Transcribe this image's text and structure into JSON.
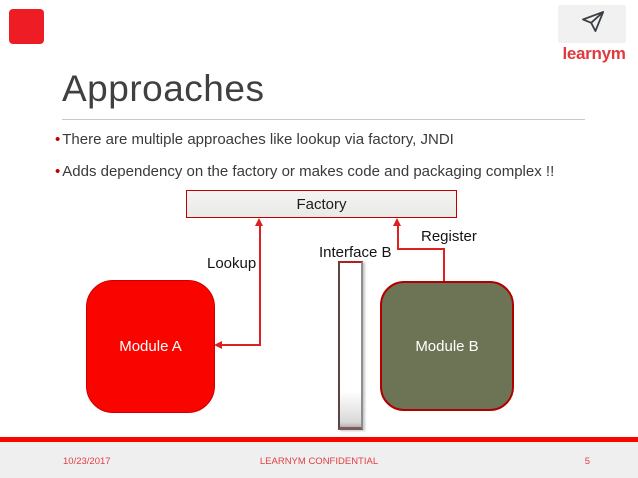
{
  "slide": {
    "title": "Approaches",
    "bullets": [
      "There are multiple approaches like lookup via factory, JNDI",
      "Adds dependency on the factory or makes code and packaging complex !!"
    ]
  },
  "logo": {
    "brand": "learnym",
    "icon": "paper-plane-icon"
  },
  "diagram": {
    "factory": "Factory",
    "lookup": "Lookup",
    "interface_b": "Interface B",
    "register": "Register",
    "module_a": "Module A",
    "module_b": "Module B"
  },
  "footer": {
    "date": "10/23/2017",
    "confidential": "LEARNYM CONFIDENTIAL",
    "page": "5"
  },
  "colors": {
    "accent_red": "#ee1c24",
    "bright_red": "#fa0400",
    "border_red": "#bf0000",
    "arrow_red": "#dd2020",
    "brand_red": "#e0393e",
    "module_b_olive": "#6d7355",
    "title_gray": "#404040",
    "footer_bg": "#f0eff0",
    "footer_text_red": "#e04043"
  }
}
